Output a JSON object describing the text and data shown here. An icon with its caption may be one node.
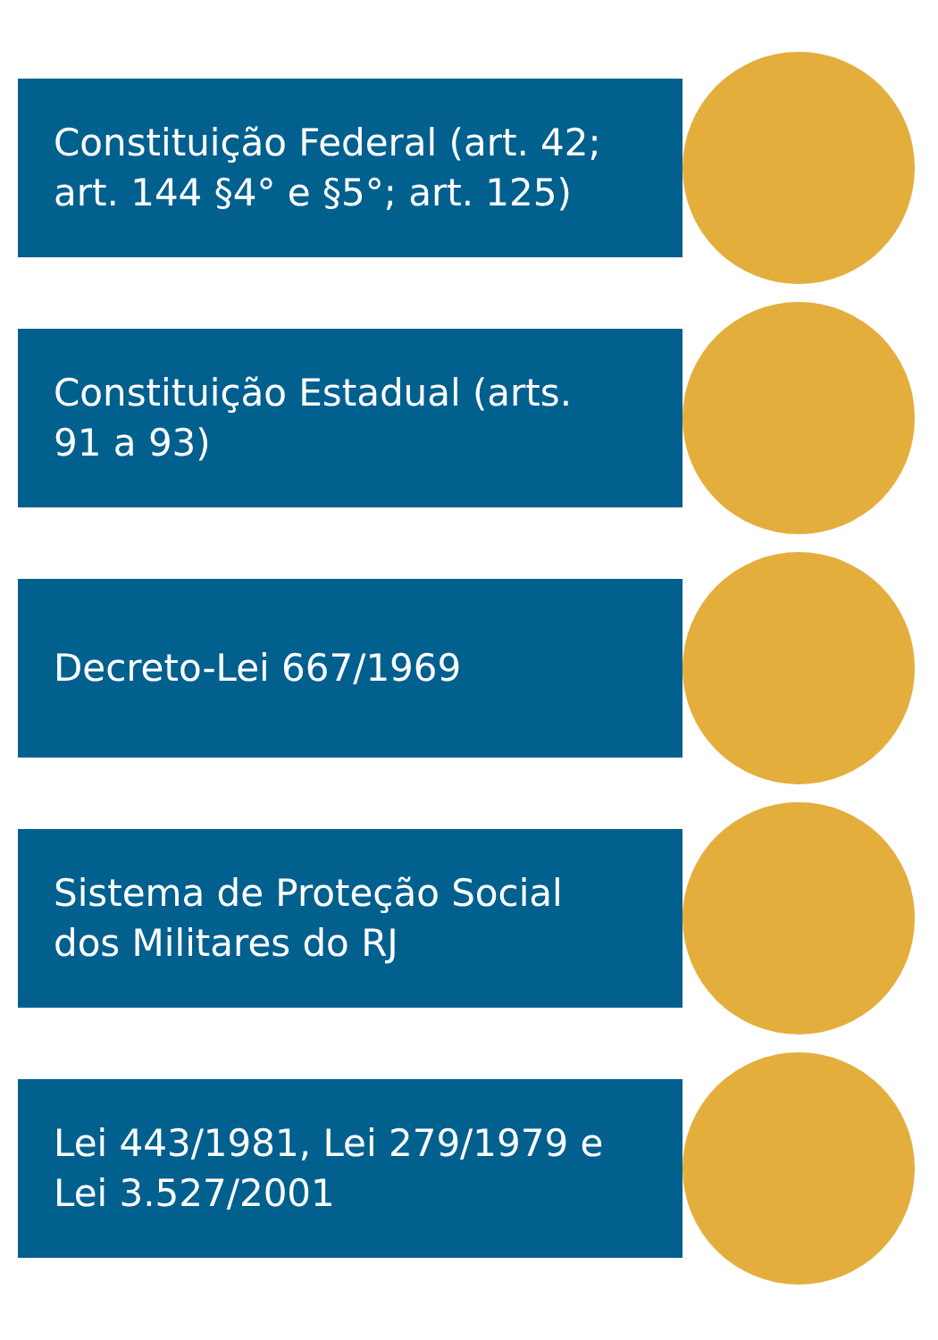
{
  "diagram": {
    "nodes": [
      {
        "text": [
          "Constituição Federal (art. 42; art. 144 §4° e §5°; art. 125)"
        ]
      },
      {
        "text": [],
        "shape": "circle"
      },
      {
        "text": [
          "Constituição Estadual (arts. 91 a 93)"
        ]
      },
      {
        "text": [],
        "shape": "circle"
      },
      {
        "text": [
          "Decreto-Lei 667/1969"
        ]
      },
      {
        "text": [],
        "shape": "circle"
      },
      {
        "text": [
          "Sistema de Proteção Social dos Militares do RJ"
        ]
      },
      {
        "text": [],
        "shape": "circle"
      },
      {
        "text": [
          "Lei 443/1981, Lei 279/1979 e Lei 3.527/2001"
        ]
      },
      {
        "text": [],
        "shape": "circle"
      }
    ]
  }
}
